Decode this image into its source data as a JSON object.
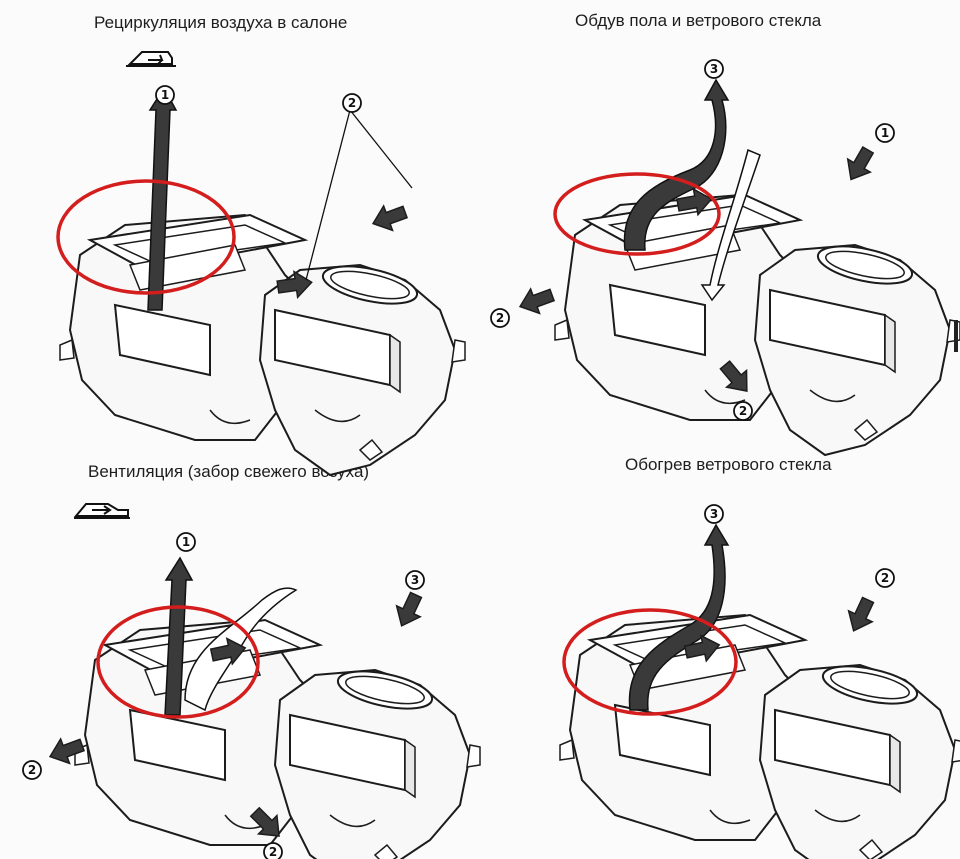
{
  "colors": {
    "ink": "#1c1c1c",
    "paper": "#fbfbfb",
    "highlight": "#d41d1d",
    "arrow_fill": "#3a3a3a",
    "outline_arrow": "#ffffff"
  },
  "panels": [
    {
      "title": "Рециркуляция воздуха в салоне",
      "mode_icon": "recirculation-icon",
      "callouts": [
        "1",
        "2"
      ]
    },
    {
      "title": "Обдув пола и ветрового стекла",
      "callouts": [
        "3",
        "1",
        "2",
        "2"
      ]
    },
    {
      "title": "Вентиляция (забор свежего возуха)",
      "mode_icon": "fresh-air-icon",
      "callouts": [
        "1",
        "3",
        "2",
        "2"
      ]
    },
    {
      "title": "Обогрев ветрового стекла",
      "callouts": [
        "3",
        "2"
      ]
    }
  ]
}
